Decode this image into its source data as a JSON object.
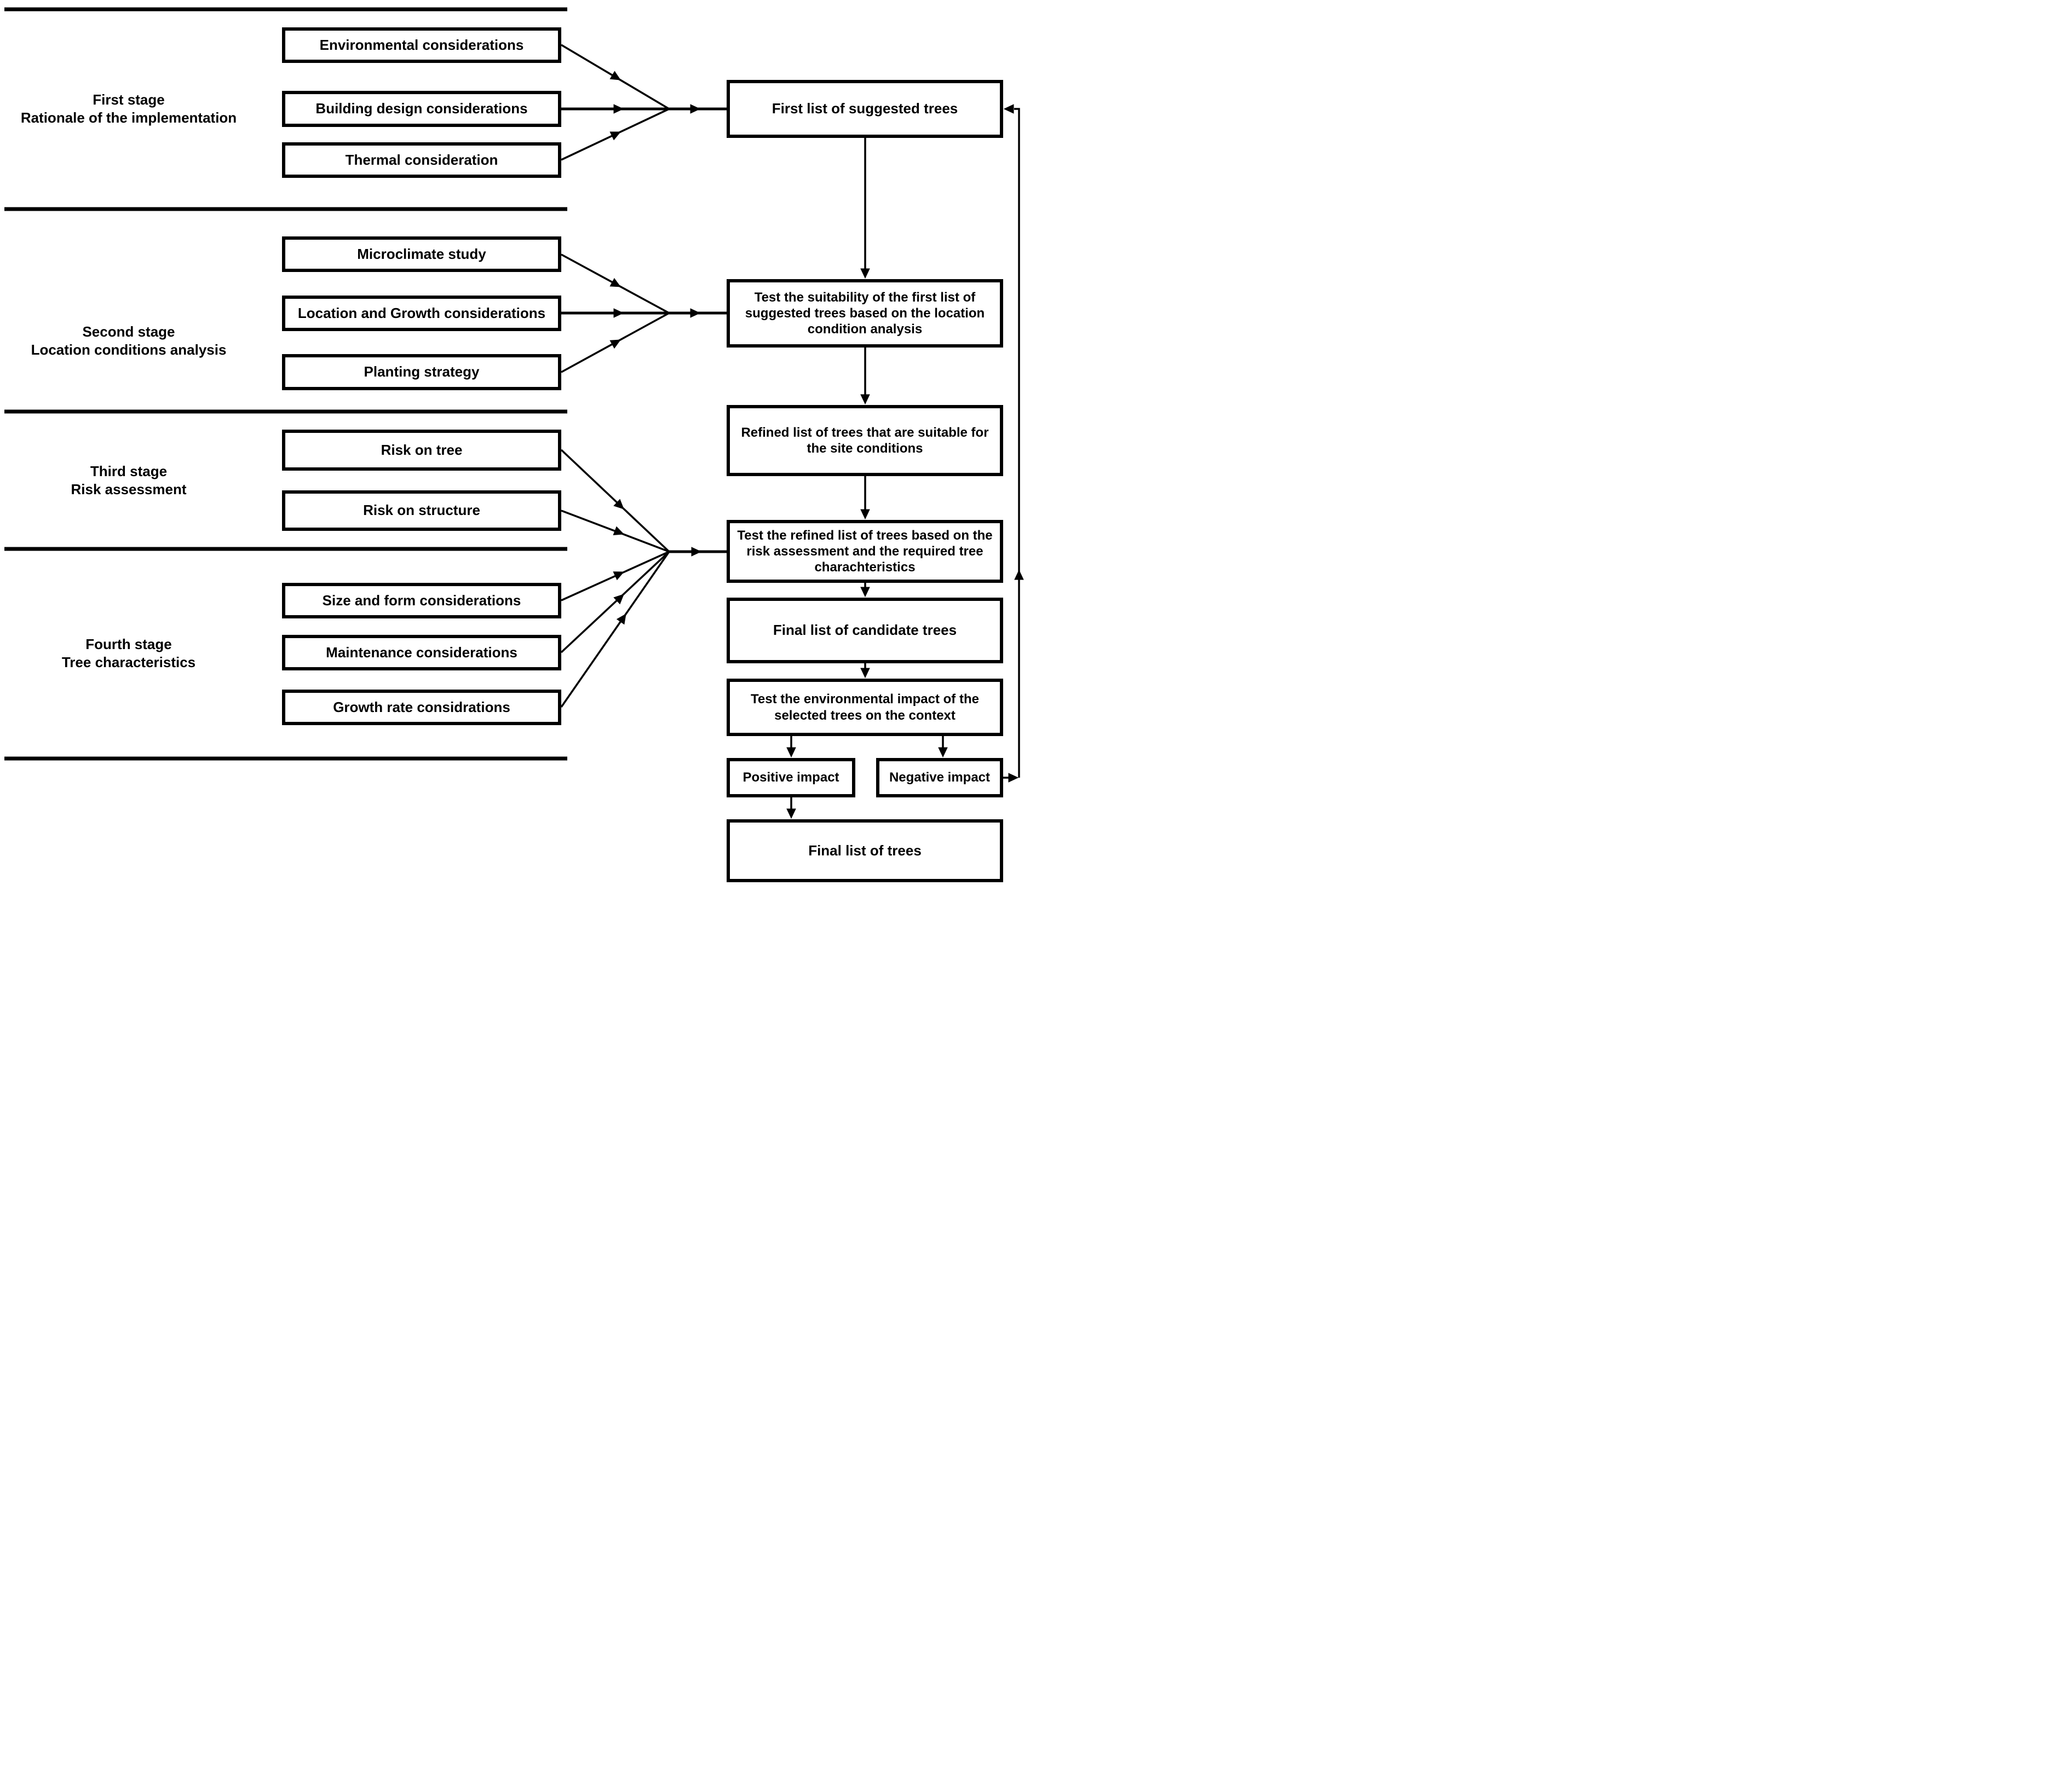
{
  "stages": [
    {
      "line1": "First stage",
      "line2": "Rationale of the implementation",
      "boxes": [
        "Environmental considerations",
        "Building design considerations",
        "Thermal consideration"
      ]
    },
    {
      "line1": "Second stage",
      "line2": "Location conditions analysis",
      "boxes": [
        "Microclimate study",
        "Location and Growth considerations",
        "Planting strategy"
      ]
    },
    {
      "line1": "Third stage",
      "line2": "Risk assessment",
      "boxes": [
        "Risk on tree",
        "Risk on structure"
      ]
    },
    {
      "line1": "Fourth stage",
      "line2": "Tree characteristics",
      "boxes": [
        "Size and form considerations",
        "Maintenance considerations",
        "Growth rate considrations"
      ]
    }
  ],
  "flow": {
    "first_list": "First list of suggested trees",
    "test_suitability": "Test the suitability of the first list of suggested trees based on the location condition analysis",
    "refined_list": "Refined list of trees that are suitable for the site conditions",
    "test_refined": "Test the refined list of trees based on the risk assessment and the required tree charachteristics",
    "final_candidate": "Final list of candidate trees",
    "test_environmental": "Test the environmental impact of the selected trees on the context",
    "positive_impact": "Positive impact",
    "negative_impact": "Negative impact",
    "final_trees": "Final list of trees"
  }
}
